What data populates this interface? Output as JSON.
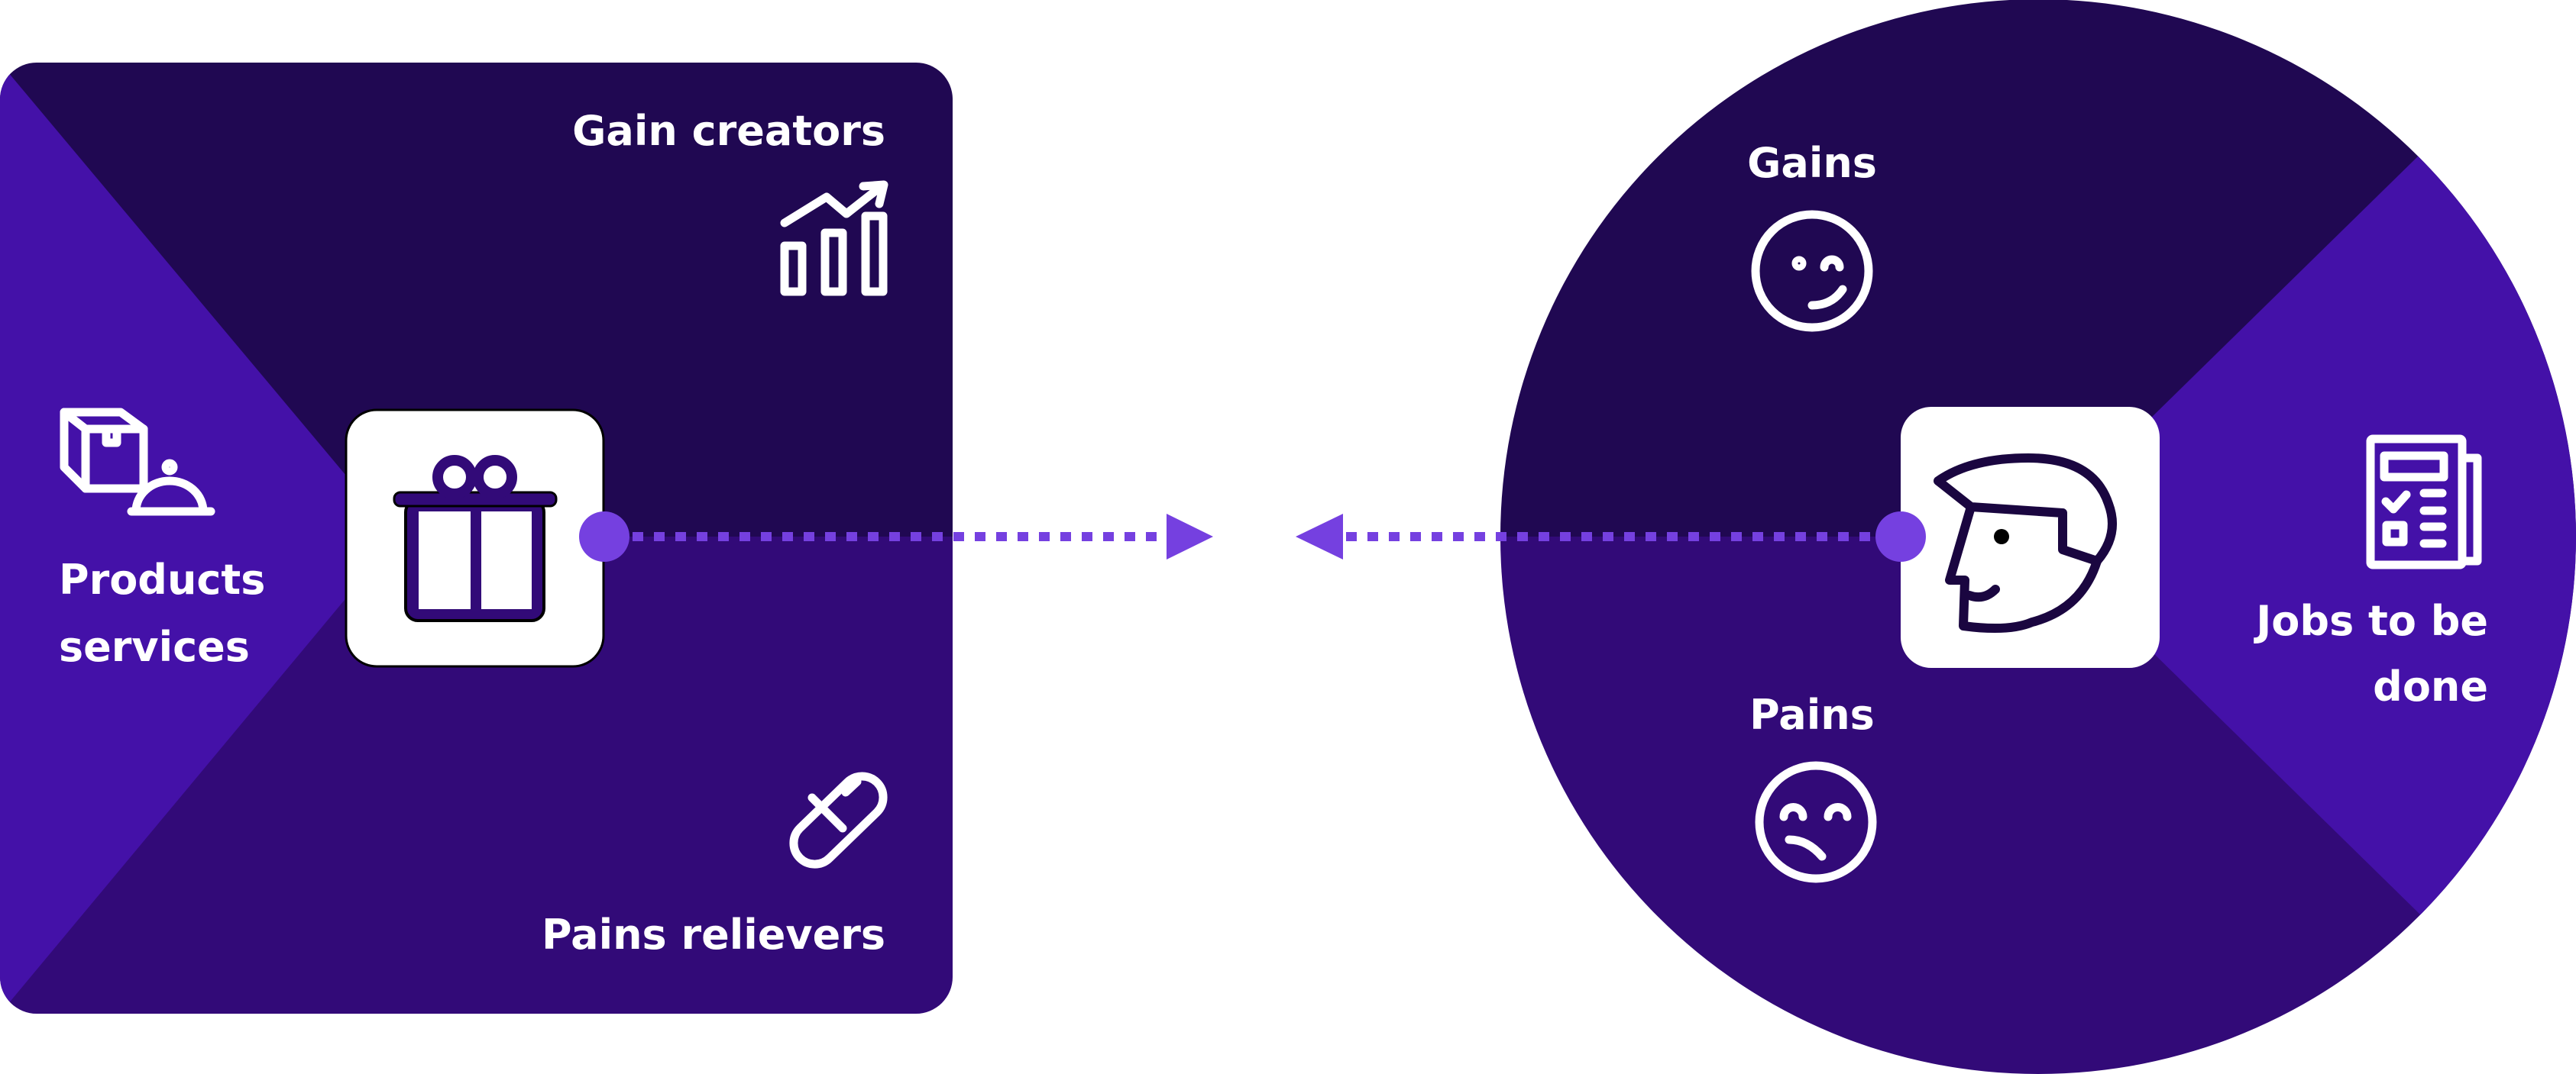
{
  "value_map": {
    "gain_creators": "Gain creators",
    "products_services": [
      "Products",
      "services"
    ],
    "pain_relievers": "Pains relievers",
    "icons": {
      "gain_creators": "chart-growth-icon",
      "products_services": "box-and-cloche-icon",
      "pain_relievers": "pill-icon",
      "center": "gift-icon"
    }
  },
  "customer_profile": {
    "gains": "Gains",
    "pains": "Pains",
    "jobs": [
      "Jobs to be",
      "done"
    ],
    "icons": {
      "gains": "smiley-face-icon",
      "pains": "sad-face-icon",
      "jobs": "checklist-document-icon",
      "center": "person-head-icon"
    }
  },
  "colors": {
    "dark_section": "#200852",
    "mid_section": "#320a78",
    "light_section": "#4411a8",
    "connector": "#7540e0",
    "icon_tile": "#ffffff"
  }
}
